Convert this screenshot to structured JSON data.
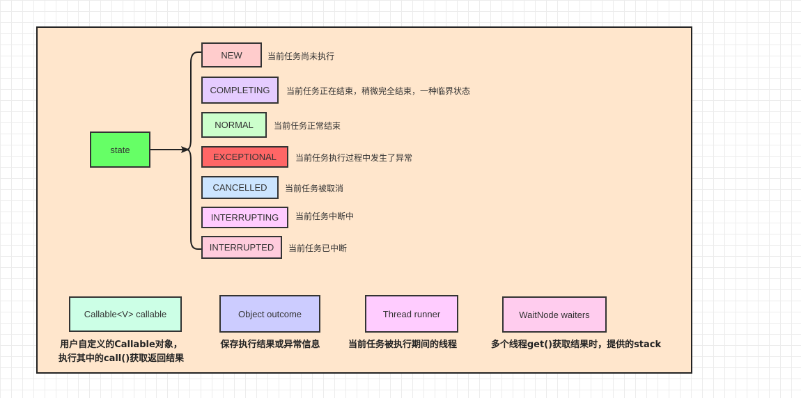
{
  "root": {
    "label": "state",
    "color": "#66ff66"
  },
  "states": [
    {
      "label": "NEW",
      "desc": "当前任务尚未执行",
      "color": "#ffcccc"
    },
    {
      "label": "COMPLETING",
      "desc": "当前任务正在结束，稍微完全结束，一种临界状态",
      "color": "#e5ccff"
    },
    {
      "label": "NORMAL",
      "desc": "当前任务正常结束",
      "color": "#ccffcc"
    },
    {
      "label": "EXCEPTIONAL",
      "desc": "当前任务执行过程中发生了异常",
      "color": "#ff6666"
    },
    {
      "label": "CANCELLED",
      "desc": "当前任务被取消",
      "color": "#cce5ff"
    },
    {
      "label": "INTERRUPTING",
      "desc": "当前任务中断中",
      "color": "#ffccff"
    },
    {
      "label": "INTERRUPTED",
      "desc": "当前任务已中断",
      "color": "#ffccdd"
    }
  ],
  "fields": [
    {
      "label": "Callable<V> callable",
      "caption_line1": "用户自定义的Callable对象，",
      "caption_line2": "执行其中的call()获取返回结果",
      "color": "#ccffe6"
    },
    {
      "label": "Object outcome",
      "caption_line1": "保存执行结果或异常信息",
      "caption_line2": "",
      "color": "#ccccff"
    },
    {
      "label": "Thread runner",
      "caption_line1": "当前任务被执行期间的线程",
      "caption_line2": "",
      "color": "#ffccff"
    },
    {
      "label": "WaitNode waiters",
      "caption_line1": "多个线程get()获取结果时，提供的stack",
      "caption_line2": "",
      "color": "#ffccee"
    }
  ]
}
